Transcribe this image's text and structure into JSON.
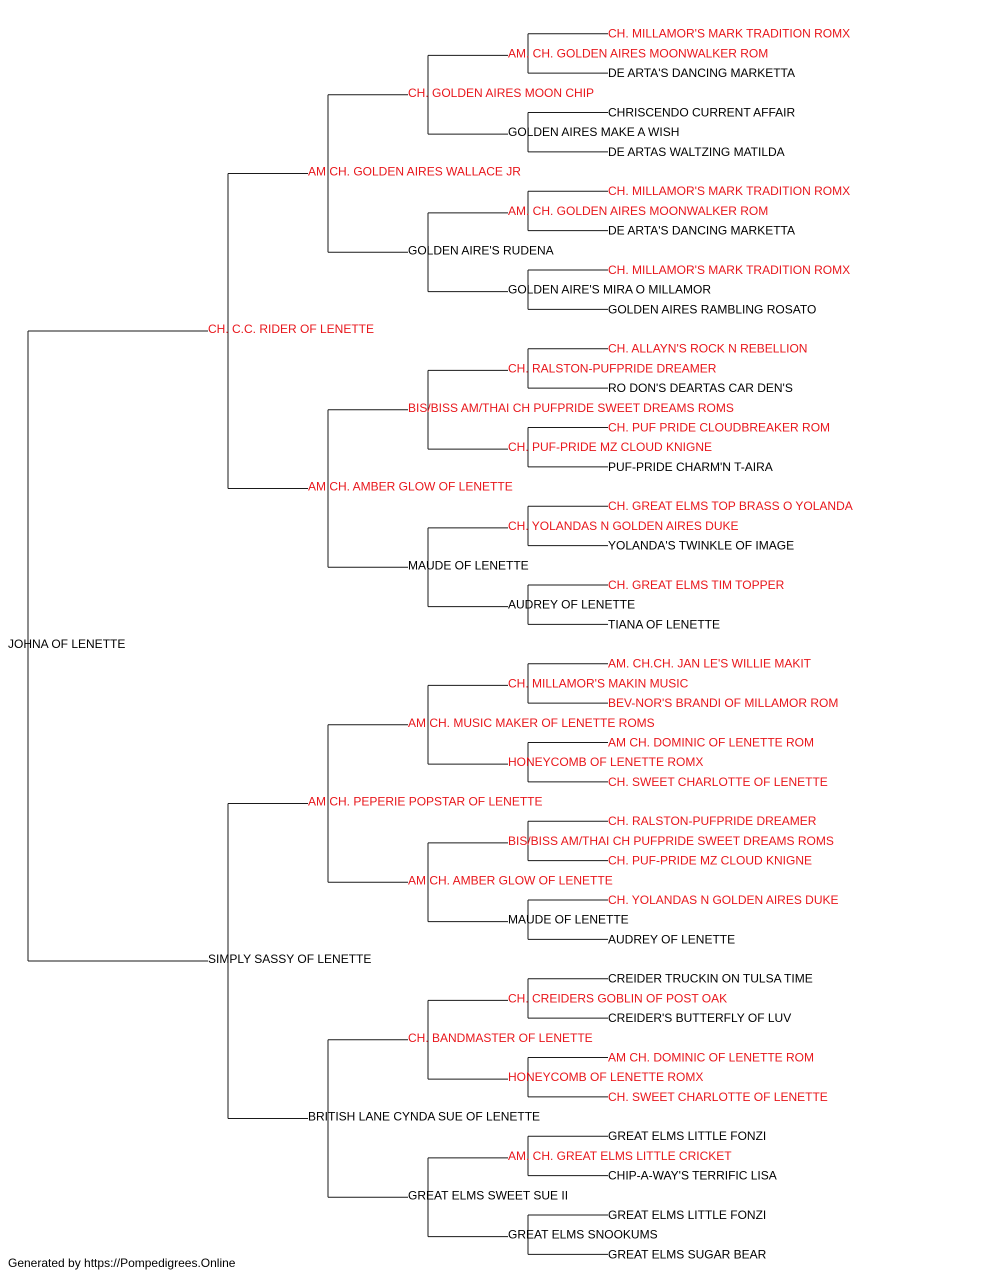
{
  "colors": {
    "champion": "#e8161b",
    "normal": "#000000",
    "line": "#1a1a1a"
  },
  "pedigree": {
    "name": "JOHNA OF LENETTE",
    "champion": false,
    "sire": {
      "name": "CH. C.C. RIDER OF LENETTE",
      "champion": true,
      "sire": {
        "name": "AM CH. GOLDEN AIRES WALLACE JR",
        "champion": true,
        "sire": {
          "name": "CH. GOLDEN AIRES MOON CHIP",
          "champion": true,
          "sire": {
            "name": "AM. CH. GOLDEN AIRES MOONWALKER ROM",
            "champion": true,
            "sire": {
              "name": "CH. MILLAMOR'S MARK TRADITION ROMX",
              "champion": true
            },
            "dam": {
              "name": "DE ARTA'S DANCING MARKETTA",
              "champion": false
            }
          },
          "dam": {
            "name": "GOLDEN AIRES MAKE A WISH",
            "champion": false,
            "sire": {
              "name": "CHRISCENDO CURRENT AFFAIR",
              "champion": false
            },
            "dam": {
              "name": "DE ARTAS WALTZING MATILDA",
              "champion": false
            }
          }
        },
        "dam": {
          "name": "GOLDEN AIRE'S RUDENA",
          "champion": false,
          "sire": {
            "name": "AM. CH. GOLDEN AIRES MOONWALKER ROM",
            "champion": true,
            "sire": {
              "name": "CH. MILLAMOR'S MARK TRADITION ROMX",
              "champion": true
            },
            "dam": {
              "name": "DE ARTA'S DANCING MARKETTA",
              "champion": false
            }
          },
          "dam": {
            "name": "GOLDEN AIRE'S MIRA O MILLAMOR",
            "champion": false,
            "sire": {
              "name": "CH. MILLAMOR'S MARK TRADITION ROMX",
              "champion": true
            },
            "dam": {
              "name": "GOLDEN AIRES RAMBLING ROSATO",
              "champion": false
            }
          }
        }
      },
      "dam": {
        "name": "AM CH. AMBER GLOW OF LENETTE",
        "champion": true,
        "sire": {
          "name": "BIS/BISS AM/THAI CH PUFPRIDE SWEET DREAMS ROMS",
          "champion": true,
          "sire": {
            "name": "CH. RALSTON-PUFPRIDE DREAMER",
            "champion": true,
            "sire": {
              "name": "CH. ALLAYN'S ROCK N REBELLION",
              "champion": true
            },
            "dam": {
              "name": "RO DON'S DEARTAS CAR DEN'S",
              "champion": false
            }
          },
          "dam": {
            "name": "CH. PUF-PRIDE MZ CLOUD KNIGNE",
            "champion": true,
            "sire": {
              "name": "CH. PUF PRIDE CLOUDBREAKER ROM",
              "champion": true
            },
            "dam": {
              "name": "PUF-PRIDE CHARM'N T-AIRA",
              "champion": false
            }
          }
        },
        "dam": {
          "name": "MAUDE OF LENETTE",
          "champion": false,
          "sire": {
            "name": "CH. YOLANDAS N GOLDEN AIRES DUKE",
            "champion": true,
            "sire": {
              "name": "CH. GREAT ELMS TOP BRASS O YOLANDA",
              "champion": true
            },
            "dam": {
              "name": "YOLANDA'S TWINKLE OF IMAGE",
              "champion": false
            }
          },
          "dam": {
            "name": "AUDREY OF LENETTE",
            "champion": false,
            "sire": {
              "name": "CH. GREAT ELMS TIM TOPPER",
              "champion": true
            },
            "dam": {
              "name": "TIANA OF LENETTE",
              "champion": false
            }
          }
        }
      }
    },
    "dam": {
      "name": "SIMPLY SASSY OF LENETTE",
      "champion": false,
      "sire": {
        "name": "AM CH. PEPERIE POPSTAR OF LENETTE",
        "champion": true,
        "sire": {
          "name": "AM CH. MUSIC MAKER OF LENETTE ROMS",
          "champion": true,
          "sire": {
            "name": "CH. MILLAMOR'S MAKIN MUSIC",
            "champion": true,
            "sire": {
              "name": "AM. CH.CH. JAN LE'S WILLIE MAKIT",
              "champion": true
            },
            "dam": {
              "name": "BEV-NOR'S BRANDI OF MILLAMOR ROM",
              "champion": true
            }
          },
          "dam": {
            "name": "HONEYCOMB OF LENETTE ROMX",
            "champion": true,
            "sire": {
              "name": "AM CH. DOMINIC OF LENETTE ROM",
              "champion": true
            },
            "dam": {
              "name": "CH. SWEET CHARLOTTE OF LENETTE",
              "champion": true
            }
          }
        },
        "dam": {
          "name": "AM CH. AMBER GLOW OF LENETTE",
          "champion": true,
          "sire": {
            "name": "BIS/BISS AM/THAI CH PUFPRIDE SWEET DREAMS ROMS",
            "champion": true,
            "sire": {
              "name": "CH. RALSTON-PUFPRIDE DREAMER",
              "champion": true
            },
            "dam": {
              "name": "CH. PUF-PRIDE MZ CLOUD KNIGNE",
              "champion": true
            }
          },
          "dam": {
            "name": "MAUDE OF LENETTE",
            "champion": false,
            "sire": {
              "name": "CH. YOLANDAS N GOLDEN AIRES DUKE",
              "champion": true
            },
            "dam": {
              "name": "AUDREY OF LENETTE",
              "champion": false
            }
          }
        }
      },
      "dam": {
        "name": "BRITISH LANE CYNDA SUE OF LENETTE",
        "champion": false,
        "sire": {
          "name": "CH. BANDMASTER OF LENETTE",
          "champion": true,
          "sire": {
            "name": "CH. CREIDERS GOBLIN OF POST OAK",
            "champion": true,
            "sire": {
              "name": "CREIDER TRUCKIN ON TULSA TIME",
              "champion": false
            },
            "dam": {
              "name": "CREIDER'S BUTTERFLY OF LUV",
              "champion": false
            }
          },
          "dam": {
            "name": "HONEYCOMB OF LENETTE ROMX",
            "champion": true,
            "sire": {
              "name": "AM CH. DOMINIC OF LENETTE ROM",
              "champion": true
            },
            "dam": {
              "name": "CH. SWEET CHARLOTTE OF LENETTE",
              "champion": true
            }
          }
        },
        "dam": {
          "name": "GREAT ELMS SWEET SUE II",
          "champion": false,
          "sire": {
            "name": "AM. CH. GREAT ELMS LITTLE CRICKET",
            "champion": true,
            "sire": {
              "name": "GREAT ELMS LITTLE FONZI",
              "champion": false
            },
            "dam": {
              "name": "CHIP-A-WAY'S TERRIFIC LISA",
              "champion": false
            }
          },
          "dam": {
            "name": "GREAT ELMS SNOOKUMS",
            "champion": false,
            "sire": {
              "name": "GREAT ELMS LITTLE FONZI",
              "champion": false
            },
            "dam": {
              "name": "GREAT ELMS SUGAR BEAR",
              "champion": false
            }
          }
        }
      }
    }
  },
  "footer": "Generated by https://Pompedigrees.Online"
}
